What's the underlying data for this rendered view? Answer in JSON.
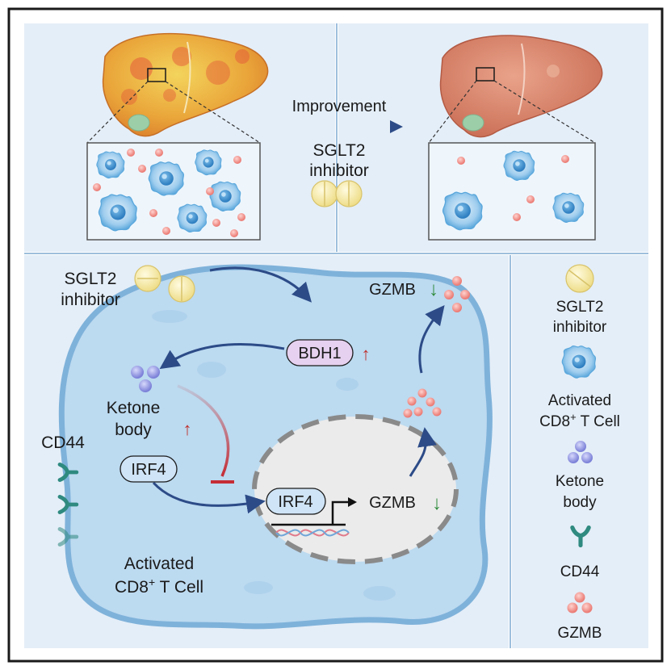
{
  "top": {
    "arrow_label": "Improvement",
    "drug_line1": "SGLT2",
    "drug_line2": "inhibitor"
  },
  "cell": {
    "drug_line1": "SGLT2",
    "drug_line2": "inhibitor",
    "gzmb_out": "GZMB",
    "bdh1": "BDH1",
    "ketone_line1": "Ketone",
    "ketone_line2": "body",
    "irf4_cyto": "IRF4",
    "irf4_nucleus": "IRF4",
    "gzmb_gene": "GZMB",
    "cd44": "CD44",
    "cell_line1": "Activated",
    "cell_line2": "CD8",
    "cell_sup": "+",
    "cell_line2b": " T Cell",
    "up_arrow": "↑",
    "down_arrow": "↓"
  },
  "legend": {
    "drug_line1": "SGLT2",
    "drug_line2": "inhibitor",
    "tcell_line1": "Activated",
    "tcell_line2": "CD8",
    "tcell_sup": "+",
    "tcell_line2b": " T Cell",
    "ketone_line1": "Ketone",
    "ketone_line2": "body",
    "cd44": "CD44",
    "gzmb": "GZMB"
  },
  "colors": {
    "panel_bg": "#e4eef8",
    "cell_fill": "#bcdaf0",
    "cell_border": "#7fb2da",
    "tcell_blue": "#5aa7dc",
    "ketone_purple": "#8a8fe0",
    "gzmb_pink": "#f08b84",
    "cd44_teal": "#2f8a80",
    "pill_yellow": "#f2e6a0",
    "arrow_navy": "#2c4b87",
    "inhibit_red": "#c52d35",
    "up_red": "#c0302c",
    "down_green": "#2e8b3a",
    "bdh1_fill": "#e6d1f0"
  }
}
